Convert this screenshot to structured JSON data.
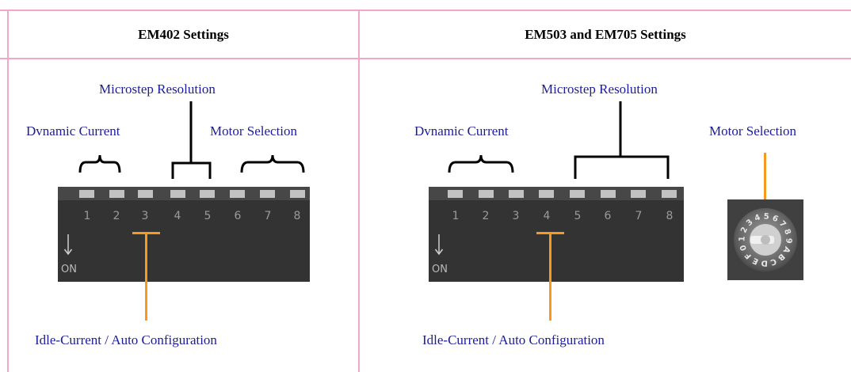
{
  "headers": {
    "left": "EM402 Settings",
    "right": "EM503 and EM705 Settings"
  },
  "em402": {
    "microstep_label": "Microstep Resolution",
    "dynamic_current_label": "Dvnamic Current",
    "motor_selection_label": "Motor Selection",
    "idle_current_label": "Idle-Current / Auto Configuration",
    "switch_numbers": [
      "1",
      "2",
      "3",
      "4",
      "5",
      "6",
      "7",
      "8"
    ],
    "on_label": "ON"
  },
  "em503": {
    "microstep_label": "Microstep Resolution",
    "dynamic_current_label": "Dvnamic Current",
    "motor_selection_label": "Motor Selection",
    "idle_current_label": "Idle-Current / Auto Configuration",
    "switch_numbers": [
      "1",
      "2",
      "3",
      "4",
      "5",
      "6",
      "7",
      "8"
    ],
    "on_label": "ON",
    "rotary_dial_characters": "0123456789ABCDEF"
  },
  "colors": {
    "frame": "#f2a6c8",
    "label_text": "#1c1c9a",
    "pointer": "#f59a1e",
    "switch_body": "#333333"
  }
}
